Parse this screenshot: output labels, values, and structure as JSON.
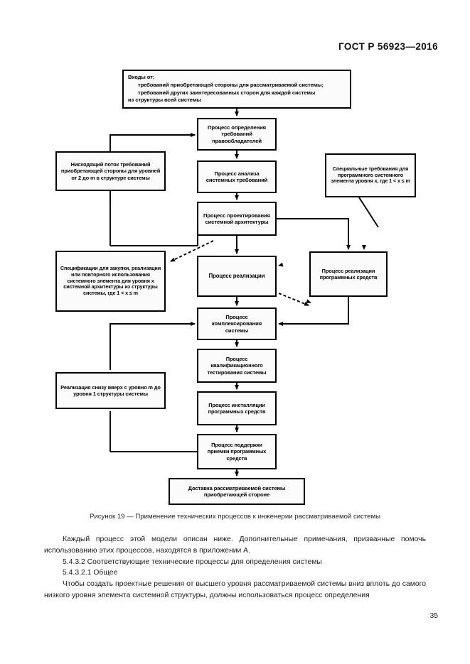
{
  "document": {
    "header": "ГОСТ Р 56923—2016",
    "page_number": "35"
  },
  "figure": {
    "caption": "Рисунок 19 — Применение технических процессов к инженерии рассматриваемой системы",
    "nodes": {
      "inputs": {
        "line1": "Входы от:",
        "line2": "требований приобретающей стороны для рассматриваемой системы;",
        "line3": "требований других заинтересованных сторон для каждой системы",
        "line4": "из структуры всей системы"
      },
      "stakeholder_requirements": "Процесс определения требований правообладателей",
      "system_requirements_analysis": "Процесс анализа системных требований",
      "downward_flow": "Нисходящий поток требований приобретающей стороны для уровней от 2 до m в структуре системы",
      "special_requirements": "Специальные требования для программного системного элемента уровня x, где 1 < x ≤ m",
      "architecture_design": "Процесс проектирования системной архитектуры",
      "specifications": "Спецификации для закупки, реализации или повторного использования системного элемента для уровня x системной архитектуры из структуры системы, где 1 < x ≤ m",
      "implementation": "Процесс реализации",
      "software_implementation": "Процесс реализации программных средств",
      "integration": "Процесс комплексирования системы",
      "qualification_testing": "Процесс квалификационного тестирования системы",
      "bottom_up": "Реализация снизу вверх с уровня m до уровня 1 структуры системы",
      "software_installation": "Процесс инсталляции программных средств",
      "acceptance_support": "Процесс поддержки приемки программных средств",
      "delivery": "Доставка рассматриваемой системы приобретающей стороне"
    },
    "colors": {
      "line": "#000000",
      "node_fill": "#fbfbfb",
      "node_border": "#000000"
    }
  },
  "body": {
    "paragraph1": "Каждый процесс этой модели описан ниже. Дополнительные примечания, призванные помочь использованию этих процессов, находятся в приложении А.",
    "clause1": "5.4.3.2 Соответствующие технические процессы для определения системы",
    "clause2": "5.4.3.2.1 Общее",
    "paragraph2": "Чтобы создать проектные решения от высшего уровня рассматриваемой системы вниз вплоть до самого низкого уровня элемента системной структуры, должны использоваться процесс определения"
  }
}
